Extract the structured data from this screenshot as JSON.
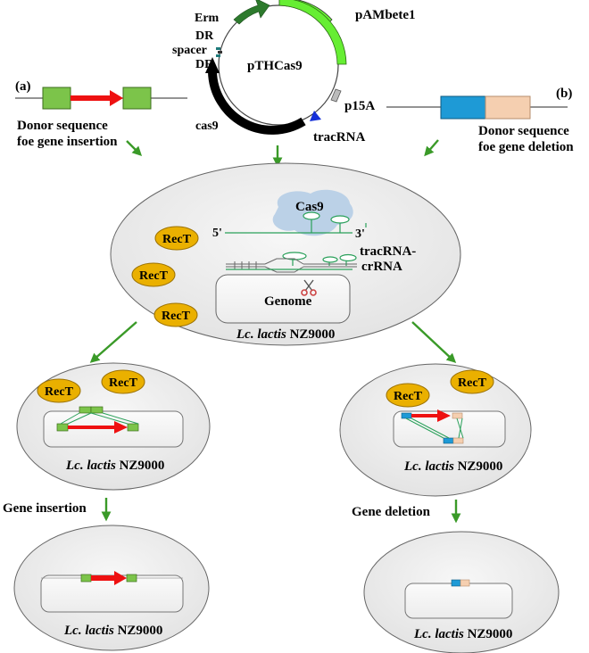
{
  "plasmid": {
    "name": "pTHCas9",
    "labels": {
      "erm": "Erm",
      "pambete": "pAMbete1",
      "dr_top": "DR",
      "spacer": "spacer",
      "dr_bottom": "DR",
      "p15a": "p15A",
      "cas9_gene": "cas9",
      "tracrna": "tracRNA"
    }
  },
  "panel_a": {
    "tag": "(a)",
    "caption_line1": "Donor sequence",
    "caption_line2": "foe gene insertion"
  },
  "panel_b": {
    "tag": "(b)",
    "caption_line1": "Donor sequence",
    "caption_line2": "foe gene deletion"
  },
  "main_cell": {
    "cas9_label": "Cas9",
    "five_prime": "5'",
    "three_prime": "3'",
    "guide_line1": "tracRNA-",
    "guide_line2": "crRNA",
    "genome_label": "Genome",
    "rect": [
      "RecT",
      "RecT",
      "RecT"
    ],
    "strain_italic": "Lc. lactis",
    "strain_plain": " NZ9000"
  },
  "insertion_cell": {
    "rect": [
      "RecT",
      "RecT"
    ],
    "strain_italic": "Lc. lactis",
    "strain_plain": " NZ9000"
  },
  "deletion_cell": {
    "rect": [
      "RecT",
      "RecT"
    ],
    "strain_italic": "Lc. lactis",
    "strain_plain": " NZ9000"
  },
  "steps": {
    "insertion": "Gene insertion",
    "deletion": "Gene deletion"
  },
  "insertion_result": {
    "strain_italic": "Lc. lactis",
    "strain_plain": " NZ9000"
  },
  "deletion_result": {
    "strain_italic": "Lc. lactis",
    "strain_plain": " NZ9000"
  },
  "colors": {
    "arrow_green": "#3a9a28",
    "donor_green": "#7cc44a",
    "insert_red": "#ee1111",
    "erm_green": "#2d7a2d",
    "pambete_green": "#66ee33",
    "recT_fill": "#eab000",
    "cell_fill": "#e9e9e9",
    "cas9_blob": "#b7cfe6",
    "rna_green": "#2aa05a",
    "deletion_blue": "#1e9ad6",
    "deletion_peach": "#f5cfb0",
    "tracrna_blue": "#1530d8"
  }
}
